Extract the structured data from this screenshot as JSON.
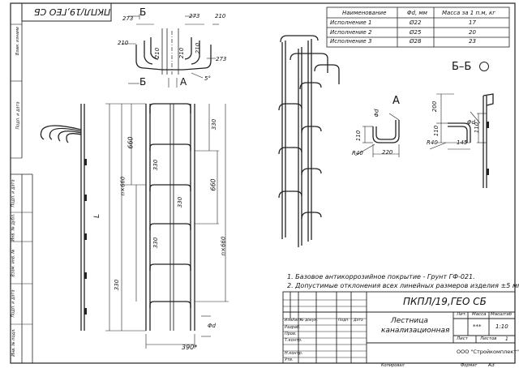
{
  "stamp_code_rotated": "ПКПЛ/19,ГЕО СБ",
  "left_strip": {
    "top": [
      "Взам. изнаме",
      "Подп. и дата"
    ],
    "bottom": [
      "Инв. № подл.",
      "Подп. и дата",
      "Взам. инв. №",
      "Инв. № дубл.",
      "Подп. и дата"
    ]
  },
  "table": {
    "headers": [
      "Наименование",
      "Φd, мм",
      "Масса за 1 п.м, кг"
    ],
    "rows": [
      [
        "Исполнение 1",
        "Ø22",
        "17"
      ],
      [
        "Исполнение 2",
        "Ø25",
        "20"
      ],
      [
        "Исполнение 3",
        "Ø28",
        "23"
      ]
    ]
  },
  "top_view": {
    "section_letter": "Б",
    "view_letter": "А",
    "dims": [
      "273",
      "210",
      "273",
      "210",
      "210",
      "210",
      "273",
      "210",
      "5°"
    ]
  },
  "front_view": {
    "dims": [
      "660",
      "330",
      "330",
      "330",
      "n×660",
      "L",
      "330",
      "330",
      "660",
      "n×660",
      "Φd",
      "390*"
    ]
  },
  "view_a": {
    "title": "А",
    "dims": [
      "Φd",
      "110",
      "220",
      "R40"
    ]
  },
  "section_bb": {
    "title": "Б–Б",
    "dims": [
      "200",
      "110",
      "110",
      "R40",
      "145",
      "Φd"
    ]
  },
  "notes": [
    "1. Базовое антикоррозийное покрытие - Грунт ГФ-021.",
    "2. Допустимые отклонения всех линейных размеров изделия ±5 мм"
  ],
  "title_block": {
    "code": "ПКПЛ/19,ГЕО СБ",
    "name_line1": "Лестница",
    "name_line2": "канализационная",
    "col_headers": [
      "Изм.",
      "Лист",
      "№ докум.",
      "Подп.",
      "Дата"
    ],
    "roles": [
      "Разраб.",
      "Пров.",
      "Т.контр.",
      "Н.контр.",
      "Утв."
    ],
    "lit_label": "Лит.",
    "mass_label": "Масса",
    "scale_label": "Масштаб",
    "mass_value": "***",
    "scale_value": "1:10",
    "sheet_label": "Лист",
    "sheets_label": "Листов",
    "sheets_value": "1",
    "org": "ООО \"Стройкомплект\"",
    "copied": "Копировал",
    "format": "Формат",
    "format_value": "А3"
  }
}
